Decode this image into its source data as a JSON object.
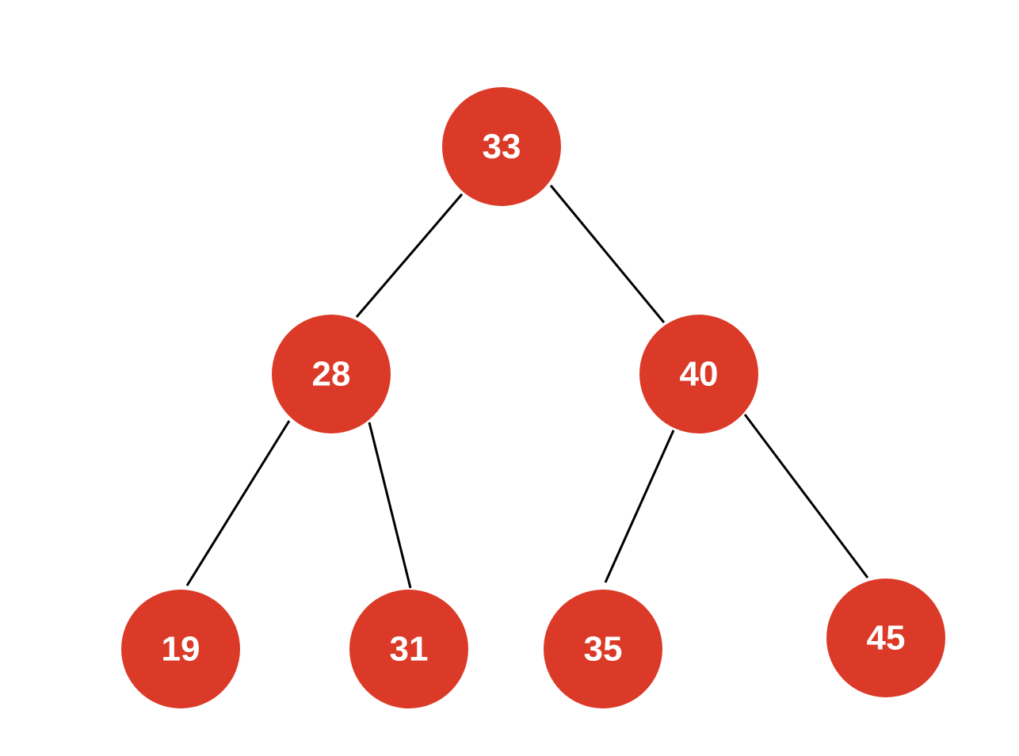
{
  "colors": {
    "node_fill": "#db3a28",
    "node_text": "#ffffff",
    "edge": "#000000",
    "background": "#ffffff"
  },
  "nodes": [
    {
      "id": "n33",
      "label": "33"
    },
    {
      "id": "n28",
      "label": "28"
    },
    {
      "id": "n40",
      "label": "40"
    },
    {
      "id": "n19",
      "label": "19"
    },
    {
      "id": "n31",
      "label": "31"
    },
    {
      "id": "n35",
      "label": "35"
    },
    {
      "id": "n45",
      "label": "45"
    }
  ],
  "edges": [
    {
      "from": "n33",
      "to": "n28"
    },
    {
      "from": "n33",
      "to": "n40"
    },
    {
      "from": "n28",
      "to": "n19"
    },
    {
      "from": "n28",
      "to": "n31"
    },
    {
      "from": "n40",
      "to": "n35"
    },
    {
      "from": "n40",
      "to": "n45"
    }
  ]
}
